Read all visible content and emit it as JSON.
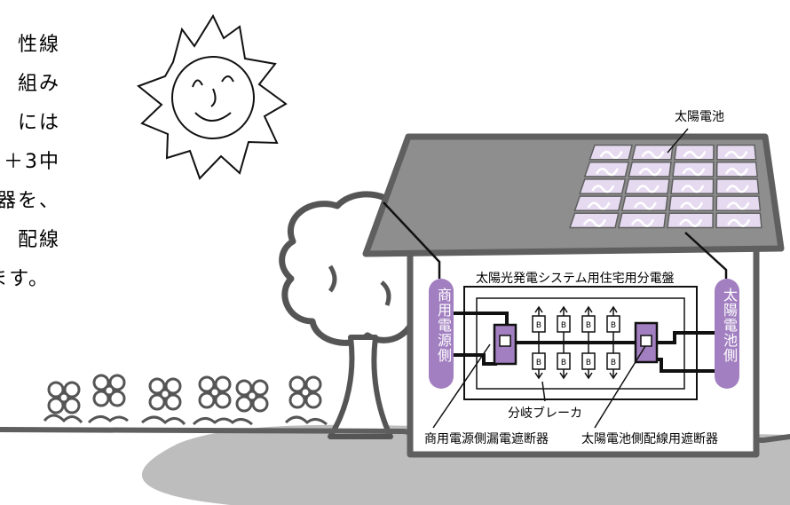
{
  "paragraph": {
    "lines": [
      "性線",
      "組み",
      "には",
      "＋3中",
      "器を、",
      "配線",
      "ます。"
    ]
  },
  "labels": {
    "solar_panel": "太陽電池",
    "distribution_board": "太陽光発電システム用住宅用分電盤",
    "commercial_side": "商用電源側",
    "solar_side": "太陽電池側",
    "branch_breaker": "分岐ブレーカ",
    "leakage_breaker": "商用電源側漏電遮断器",
    "solar_breaker": "太陽電池側配線用遮断器"
  },
  "breakers": {
    "top_symbols": [
      "B",
      "B",
      "B",
      "B"
    ],
    "bottom_symbols": [
      "B",
      "B",
      "B",
      "B"
    ]
  },
  "colors": {
    "house_outline": "#5f5f5f",
    "roof_fill": "#8e8e8e",
    "ground": "#bdbdbd",
    "panel_fill": "#e6daf0",
    "purple": "#a27fc0",
    "panel_box": "#000000"
  }
}
